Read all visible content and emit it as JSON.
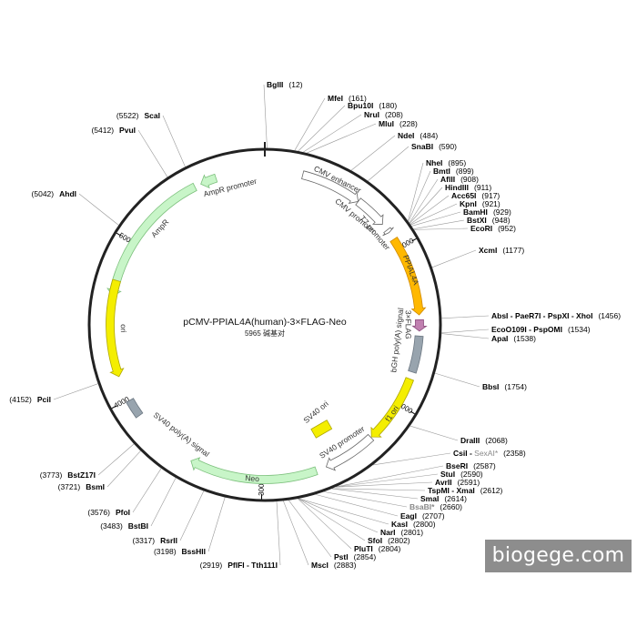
{
  "plasmid": {
    "name": "pCMV-PPIAL4A(human)-3×FLAG-Neo",
    "length_label": "5965 碱基对",
    "total_bp": 5965
  },
  "ticks": [
    {
      "label": "1000",
      "pos": 1000
    },
    {
      "label": "2000",
      "pos": 2000
    },
    {
      "label": "3000",
      "pos": 3000
    },
    {
      "label": "4000",
      "pos": 4000
    },
    {
      "label": "5000",
      "pos": 5000
    }
  ],
  "features": [
    {
      "name": "AmpR promoter",
      "start": 5560,
      "end": 5660,
      "dir": -1,
      "color": "#c8f5c8",
      "stroke": "#7bbf7b",
      "width": 9
    },
    {
      "name": "AmpR",
      "start": 4650,
      "end": 5520,
      "dir": -1,
      "color": "#c8f5c8",
      "stroke": "#7bbf7b",
      "width": 9
    },
    {
      "name": "ori",
      "start": 4150,
      "end": 4750,
      "dir": -1,
      "color": "#f4ee00",
      "stroke": "#b0a800",
      "width": 9
    },
    {
      "name": "CMV enhancer",
      "start": 235,
      "end": 615,
      "dir": 1,
      "color": "#ffffff",
      "stroke": "#666666",
      "width": 9
    },
    {
      "name": "CMV promoter",
      "start": 615,
      "end": 820,
      "dir": 1,
      "color": "#ffffff",
      "stroke": "#666666",
      "width": 9
    },
    {
      "name": "T7 promoter",
      "start": 865,
      "end": 885,
      "dir": 1,
      "color": "#ffffff",
      "stroke": "#666666",
      "width": 9
    },
    {
      "name": "PPIAL4A",
      "start": 935,
      "end": 1430,
      "dir": 1,
      "color": "#ffb800",
      "stroke": "#d08a00",
      "width": 9
    },
    {
      "name": "3×FLAG",
      "start": 1460,
      "end": 1530,
      "dir": 1,
      "color": "#c080b0",
      "stroke": "#8a4c7c",
      "width": 9
    },
    {
      "name": "bGH poly(A) signal",
      "start": 1560,
      "end": 1785,
      "dir": 0,
      "color": "#98a4ae",
      "stroke": "#6c7782",
      "width": 9
    },
    {
      "name": "f1 ori",
      "start": 1830,
      "end": 2260,
      "dir": 1,
      "color": "#f4ee00",
      "stroke": "#b0a800",
      "width": 9
    },
    {
      "name": "SV40 promoter",
      "start": 2265,
      "end": 2595,
      "dir": 1,
      "color": "#ffffff",
      "stroke": "#666666",
      "width": 9
    },
    {
      "name": "Neo",
      "start": 2660,
      "end": 3455,
      "dir": 1,
      "color": "#c8f5c8",
      "stroke": "#7bbf7b",
      "width": 9
    },
    {
      "name": "SV40 poly(A) signal",
      "start": 3880,
      "end": 3990,
      "dir": 0,
      "color": "#98a4ae",
      "stroke": "#6c7782",
      "width": 9
    }
  ],
  "inner_features": [
    {
      "name": "SV40 ori"
    }
  ],
  "sites": [
    {
      "name": "BglII",
      "pos": "(12)",
      "bp": 12
    },
    {
      "name": "MfeI",
      "pos": "(161)",
      "bp": 161
    },
    {
      "name": "Bpu10I",
      "pos": "(180)",
      "bp": 180
    },
    {
      "name": "NruI",
      "pos": "(208)",
      "bp": 208
    },
    {
      "name": "MluI",
      "pos": "(228)",
      "bp": 228
    },
    {
      "name": "NdeI",
      "pos": "(484)",
      "bp": 484
    },
    {
      "name": "SnaBI",
      "pos": "(590)",
      "bp": 590
    },
    {
      "name": "NheI",
      "pos": "(895)",
      "bp": 895
    },
    {
      "name": "BmtI",
      "pos": "(899)",
      "bp": 899
    },
    {
      "name": "AflII",
      "pos": "(908)",
      "bp": 908
    },
    {
      "name": "HindIII",
      "pos": "(911)",
      "bp": 911
    },
    {
      "name": "Acc65I",
      "pos": "(917)",
      "bp": 917
    },
    {
      "name": "KpnI",
      "pos": "(921)",
      "bp": 921
    },
    {
      "name": "BamHI",
      "pos": "(929)",
      "bp": 929
    },
    {
      "name": "BstXI",
      "pos": "(948)",
      "bp": 948
    },
    {
      "name": "EcoRI",
      "pos": "(952)",
      "bp": 952
    },
    {
      "name": "XcmI",
      "pos": "(1177)",
      "bp": 1177
    },
    {
      "name": "AbsI - PaeR7I - PspXI - XhoI",
      "pos": "(1456)",
      "bp": 1456
    },
    {
      "name": "EcoO109I - PspOMI",
      "pos": "(1534)",
      "bp": 1534
    },
    {
      "name": "ApaI",
      "pos": "(1538)",
      "bp": 1538
    },
    {
      "name": "BbsI",
      "pos": "(1754)",
      "bp": 1754
    },
    {
      "name": "DraIII",
      "pos": "(2068)",
      "bp": 2068
    },
    {
      "name": "CsiI - SexAI*",
      "pos": "(2358)",
      "bp": 2358
    },
    {
      "name": "BseRI",
      "pos": "(2587)",
      "bp": 2587
    },
    {
      "name": "StuI",
      "pos": "(2590)",
      "bp": 2590
    },
    {
      "name": "AvrII",
      "pos": "(2591)",
      "bp": 2591
    },
    {
      "name": "TspMI - XmaI",
      "pos": "(2612)",
      "bp": 2612
    },
    {
      "name": "SmaI",
      "pos": "(2614)",
      "bp": 2614
    },
    {
      "name": "BsaBI*",
      "pos": "(2660)",
      "bp": 2660
    },
    {
      "name": "EagI",
      "pos": "(2707)",
      "bp": 2707
    },
    {
      "name": "KasI",
      "pos": "(2800)",
      "bp": 2800
    },
    {
      "name": "NarI",
      "pos": "(2801)",
      "bp": 2801
    },
    {
      "name": "SfoI",
      "pos": "(2802)",
      "bp": 2802
    },
    {
      "name": "PluTI",
      "pos": "(2804)",
      "bp": 2804
    },
    {
      "name": "PstI",
      "pos": "(2854)",
      "bp": 2854
    },
    {
      "name": "MscI",
      "pos": "(2883)",
      "bp": 2883
    },
    {
      "name": "PflFI - Tth111I",
      "pos": "(2919)",
      "bp": 2919
    },
    {
      "name": "BssHII",
      "pos": "(3198)",
      "bp": 3198
    },
    {
      "name": "RsrII",
      "pos": "(3317)",
      "bp": 3317
    },
    {
      "name": "BstBI",
      "pos": "(3483)",
      "bp": 3483
    },
    {
      "name": "PfoI",
      "pos": "(3576)",
      "bp": 3576
    },
    {
      "name": "BsmI",
      "pos": "(3721)",
      "bp": 3721
    },
    {
      "name": "BstZ17I",
      "pos": "(3773)",
      "bp": 3773
    },
    {
      "name": "PciI",
      "pos": "(4152)",
      "bp": 4152
    },
    {
      "name": "AhdI",
      "pos": "(5042)",
      "bp": 5042
    },
    {
      "name": "PvuI",
      "pos": "(5412)",
      "bp": 5412
    },
    {
      "name": "ScaI",
      "pos": "(5522)",
      "bp": 5522
    }
  ],
  "watermark": "biogege.com"
}
